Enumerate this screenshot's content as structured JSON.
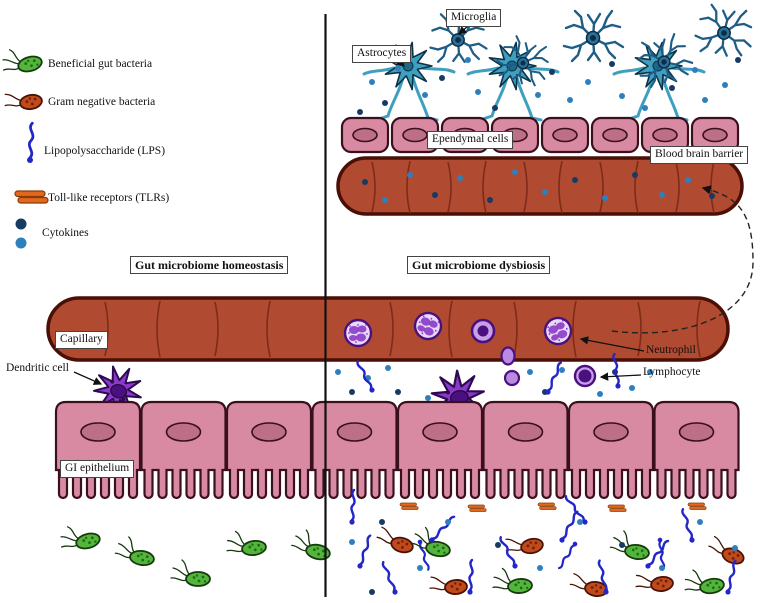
{
  "legend": {
    "items": [
      {
        "icon": "green-bacteria-icon",
        "label": "Beneficial gut bacteria"
      },
      {
        "icon": "red-bacteria-icon",
        "label": "Gram negative bacteria"
      },
      {
        "icon": "lps-squiggle-icon",
        "label": "Lipopolysaccharide (LPS)"
      },
      {
        "icon": "tlr-icon",
        "label": "Toll-like receptors (TLRs)"
      },
      {
        "icon": "cytokine-dots-icon",
        "label": "Cytokines"
      }
    ]
  },
  "labels": {
    "microglia": "Microglia",
    "astrocytes": "Astrocytes",
    "ependymal_cells": "Ependymal cells",
    "blood_brain_barrier": "Blood brain barrier",
    "homeostasis": "Gut microbiome homeostasis",
    "dysbiosis": "Gut microbiome dysbiosis",
    "capillary": "Capillary",
    "dendritic_cell": "Dendritic cell",
    "gi_epithelium": "GI epithelium",
    "neutrophil": "Neutrophil",
    "lymphocyte": "Lymphocyte"
  },
  "colors": {
    "vessel": "#b04a30",
    "vessel_outline": "#4a0f06",
    "vessel_seg": "#7e2b18",
    "cell_pink": "#d88aa2",
    "cell_outline": "#3a0f1e",
    "nucleus_pink": "#bd6f87",
    "astrocyte": "#3f9fc0",
    "astrocyte_outline": "#0d3446",
    "astrocyte_nucleus": "#1d6a88",
    "microglia_body": "#2c6f99",
    "microglia_branch": "#1d5d86",
    "microglia_outline": "#0d2d44",
    "green_bacteria": "#54b53c",
    "green_bacteria_outline": "#163a0d",
    "green_bacteria_dots": "#1f6c14",
    "red_bacteria": "#c14a1d",
    "red_bacteria_outline": "#4a1204",
    "red_bacteria_dots": "#6e2008",
    "lps_blue": "#2326c8",
    "tlr_orange": "#e2671f",
    "tlr_outline": "#8a3c06",
    "cytokine_dark": "#173a63",
    "cytokine_light": "#2d80bd",
    "immune_purple": "#8a3ac8",
    "immune_purple_dark": "#4a1080",
    "immune_purple_light": "#e9d9f6",
    "immune_purple_mid": "#c9a0e8",
    "immune_purple_trans": "#b98ae0",
    "divider": "#111111",
    "label_text": "#111111",
    "label_border": "#444444"
  }
}
